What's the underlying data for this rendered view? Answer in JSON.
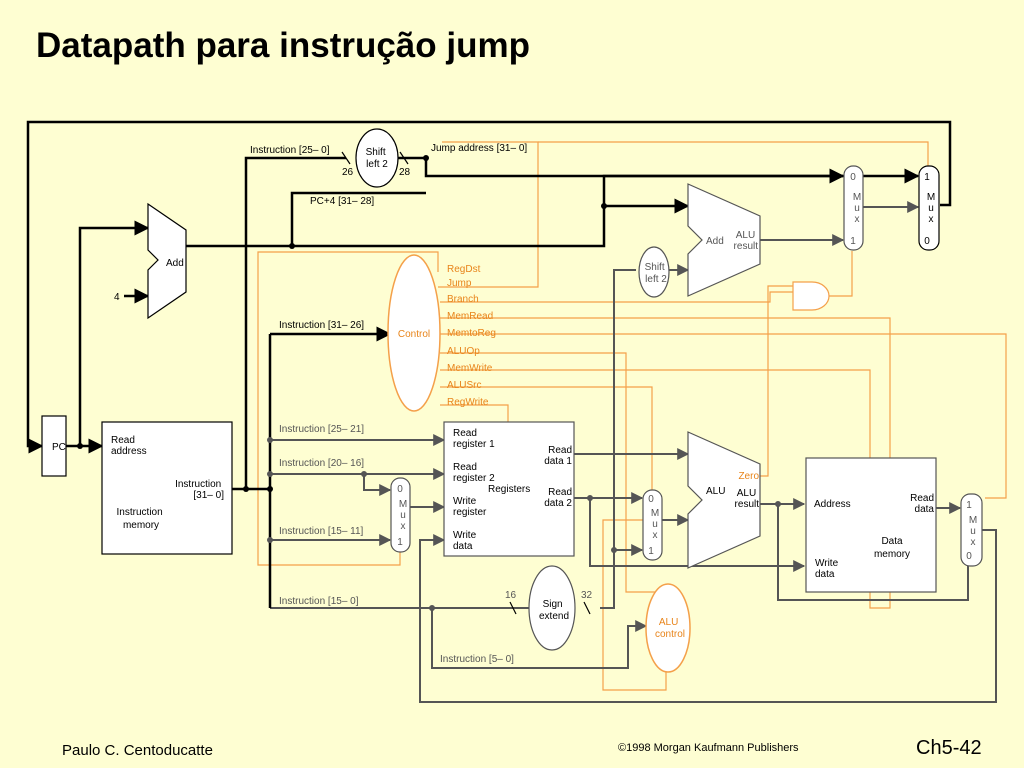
{
  "title": "Datapath para instrução jump",
  "footer": {
    "author": "Paulo C. Centoducatte",
    "copyright": "©1998 Morgan Kaufmann Publishers",
    "page": "Ch5-42"
  },
  "colors": {
    "background": "#fefed2",
    "datapath": "#000000",
    "wire": "#555555",
    "control": "#f4a04a",
    "control_text": "#e8841a",
    "block_fill": "#ffffff"
  },
  "blocks": {
    "pc": "PC",
    "add_pc": "Add",
    "four": "4",
    "shift_top": [
      "Shift",
      "left 2"
    ],
    "shift_mid": [
      "Shift",
      "left 2"
    ],
    "add_branch": "Add",
    "alu_result": [
      "ALU",
      "result"
    ],
    "control": "Control",
    "imem": {
      "read_address": [
        "Read",
        "address"
      ],
      "instruction_out": [
        "Instruction",
        "[31– 0]"
      ],
      "name": [
        "Instruction",
        "memory"
      ]
    },
    "registers": {
      "read_register_1": [
        "Read",
        "register 1"
      ],
      "read_register_2": [
        "Read",
        "register 2"
      ],
      "write_register": [
        "Write",
        "register"
      ],
      "write_data": [
        "Write",
        "data"
      ],
      "read_data_1": [
        "Read",
        "data 1"
      ],
      "read_data_2": [
        "Read",
        "data 2"
      ],
      "name": "Registers"
    },
    "alu": {
      "name": "ALU",
      "zero": "Zero",
      "result": [
        "ALU",
        "result"
      ]
    },
    "sign_extend": [
      "Sign",
      "extend"
    ],
    "alu_control": [
      "ALU",
      "control"
    ],
    "dmem": {
      "address": "Address",
      "read_data": [
        "Read",
        "data"
      ],
      "write_data": [
        "Write",
        "data"
      ],
      "name": [
        "Data",
        "memory"
      ]
    }
  },
  "muxes": {
    "top_branch": [
      "0",
      "M",
      "u",
      "x",
      "1"
    ],
    "top_jump": [
      "1",
      "M",
      "u",
      "x",
      "0"
    ],
    "reg_dst": [
      "0",
      "M",
      "u",
      "x",
      "1"
    ],
    "alu_src": [
      "0",
      "M",
      "u",
      "x",
      "1"
    ],
    "mem_to_reg": [
      "1",
      "M",
      "u",
      "x",
      "0"
    ]
  },
  "wire_labels": {
    "instr_25_0": "Instruction [25– 0]",
    "jump_address": "Jump address [31– 0]",
    "bits_26": "26",
    "bits_28": "28",
    "pc4_31_28": "PC+4 [31– 28]",
    "instr_31_26": "Instruction [31– 26]",
    "instr_25_21": "Instruction [25– 21]",
    "instr_20_16": "Instruction [20– 16]",
    "instr_15_11": "Instruction [15– 11]",
    "instr_15_0": "Instruction [15– 0]",
    "instr_5_0": "Instruction [5– 0]",
    "bits_16": "16",
    "bits_32": "32"
  },
  "control_signals": [
    "RegDst",
    "Jump",
    "Branch",
    "MemRead",
    "MemtoReg",
    "ALUOp",
    "MemWrite",
    "ALUSrc",
    "RegWrite"
  ]
}
